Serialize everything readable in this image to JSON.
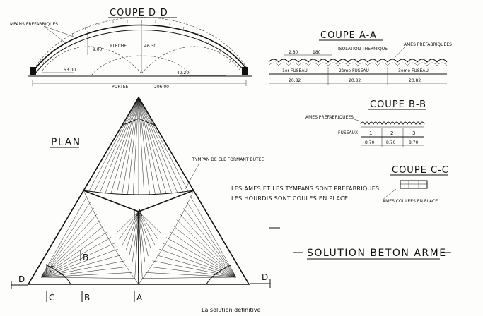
{
  "coupe_dd": {
    "title": "COUPE D-D",
    "tympans_label": "MPANS PREFABRIQUES",
    "height_small": "9.00",
    "fleche_label": "FLECHE",
    "fleche_value": "46.30",
    "left_dim": "53.00",
    "right_dim": "49.20",
    "portee_label": "PORTEE",
    "portee_value": "206.00"
  },
  "coupe_aa": {
    "title": "COUPE A-A",
    "dim_a": "2.80",
    "dim_b": "180",
    "isolation_label": "ISOLATION THERMIQUE",
    "ames_label": "AMES PREFABRIQUEES",
    "fuseaux": [
      "1er FUSEAU",
      "2ème FUSEAU",
      "3ème FUSEAU"
    ],
    "widths": [
      "20.82",
      "20.82",
      "20.82"
    ]
  },
  "coupe_bb": {
    "title": "COUPE B-B",
    "ames_label": "AMES PREFABRIQUEES",
    "fuseaux_label": "FUSEAUX",
    "numbers": [
      "1",
      "2",
      "3"
    ],
    "widths": [
      "8.70",
      "8.70",
      "8.70"
    ]
  },
  "coupe_cc": {
    "title": "COUPE C-C",
    "ames_label": "AMES COULEES EN PLACE"
  },
  "plan": {
    "title": "PLAN",
    "tympan_label": "TYMPAN DE CLE FORMANT BUTEE",
    "marker_a": "A",
    "marker_b": "B",
    "marker_c": "C",
    "marker_d": "D"
  },
  "notes": {
    "line1": "LES AMES ET LES TYMPANS SONT PREFABRIQUES",
    "line2": "LES HOURDIS SONT COULES EN PLACE"
  },
  "solution": "SOLUTION BETON ARME",
  "caption": "La solution définitive"
}
